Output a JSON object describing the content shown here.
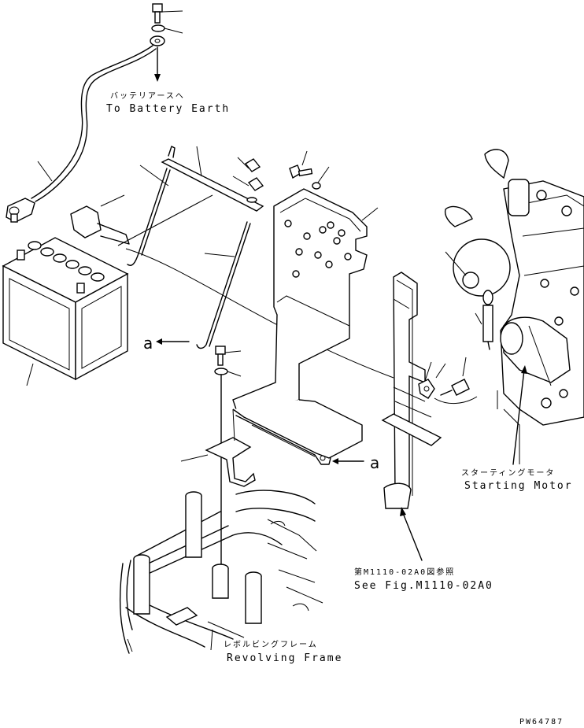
{
  "labels": {
    "battery_earth_jp": "バッテリアースへ",
    "battery_earth_en": "To Battery Earth",
    "starting_motor_jp": "スターティングモータ",
    "starting_motor_en": "Starting Motor",
    "see_fig_jp": "第M1110-02A0図参照",
    "see_fig_en": "See Fig.M1110-02A0",
    "revolving_frame_jp": "レボルビングフレーム",
    "revolving_frame_en": "Revolving Frame",
    "ref_a_left": "a",
    "ref_a_right": "a",
    "drawing_code": "PW64787"
  }
}
